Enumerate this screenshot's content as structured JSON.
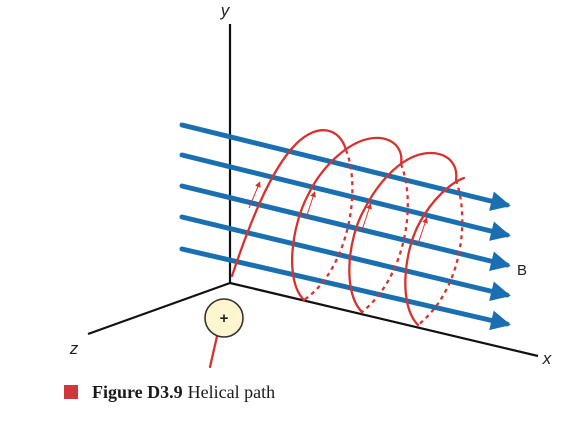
{
  "axes": {
    "y_label": "y",
    "x_label": "x",
    "z_label": "z"
  },
  "field": {
    "label": "B",
    "line_count": 5,
    "color": "#1a6fb0"
  },
  "particle": {
    "sign": "+",
    "fill_color": "#fdf6cf"
  },
  "helix": {
    "color": "#d6332e",
    "turns": 3
  },
  "caption": {
    "label": "Figure D3.9",
    "text": "Helical path",
    "marker_color": "#d0363b"
  }
}
